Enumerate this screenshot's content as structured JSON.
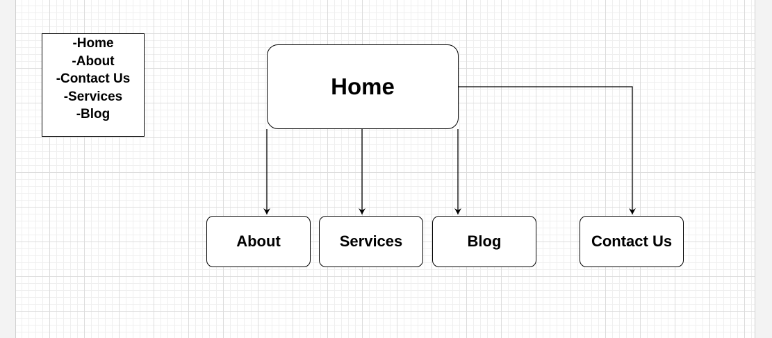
{
  "note": {
    "lines": [
      "-Home",
      "-About",
      "-Contact Us",
      "-Services",
      "-Blog"
    ]
  },
  "diagram": {
    "root": "Home",
    "children": [
      "About",
      "Services",
      "Blog",
      "Contact Us"
    ]
  },
  "colors": {
    "stroke": "#000000",
    "canvas": "#ffffff",
    "grid": "#dcdcdc"
  }
}
